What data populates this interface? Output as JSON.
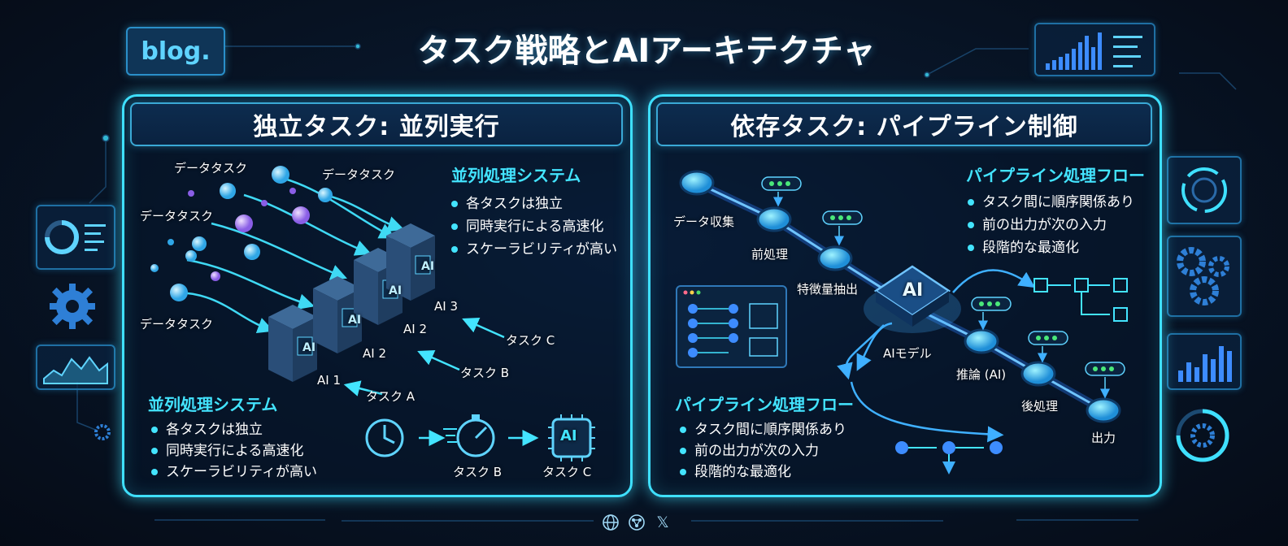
{
  "header": {
    "logo": "blog.",
    "title": "タスク戦略とAIアーキテクチャ"
  },
  "left_panel": {
    "title": "独立タスク: 並列実行",
    "data_task_labels": [
      "データタスク",
      "データタスク",
      "データタスク",
      "データタスク"
    ],
    "server_labels": [
      "AI 1",
      "AI 2",
      "AI 2",
      "AI 3"
    ],
    "server_chip": "AI",
    "task_labels": [
      "タスク A",
      "タスク B",
      "タスク C"
    ],
    "box_top": {
      "heading": "並列処理システム",
      "bullets": [
        "各タスクは独立",
        "同時実行による高速化",
        "スケーラビリティが高い"
      ]
    },
    "box_bottom": {
      "heading": "並列処理システム",
      "bullets": [
        "各タスクは独立",
        "同時実行による高速化",
        "スケーラビリティが高い"
      ]
    },
    "flow_labels": [
      "タスク B",
      "タスク C"
    ],
    "chip_label": "AI"
  },
  "right_panel": {
    "title": "依存タスク: パイプライン制御",
    "nodes": [
      "データ収集",
      "前処理",
      "特徴量抽出",
      "AIモデル",
      "推論 (AI)",
      "後処理",
      "出力"
    ],
    "chip_label": "AI",
    "box_top": {
      "heading": "パイプライン処理フロー",
      "bullets": [
        "タスク間に順序関係あり",
        "前の出力が次の入力",
        "段階的な最適化"
      ]
    },
    "box_bottom": {
      "heading": "パイプライン処理フロー",
      "bullets": [
        "タスク間に順序関係あり",
        "前の出力が次の入力",
        "段階的な最適化"
      ]
    }
  },
  "footer": {
    "icons": [
      "globe-icon",
      "share-icon",
      "x-logo-icon"
    ],
    "x_glyph": "𝕏"
  },
  "colors": {
    "accent": "#43e4ff",
    "panel_border": "#3fe0ff",
    "flow": "#3aa0ff",
    "background": "#060d1a"
  }
}
